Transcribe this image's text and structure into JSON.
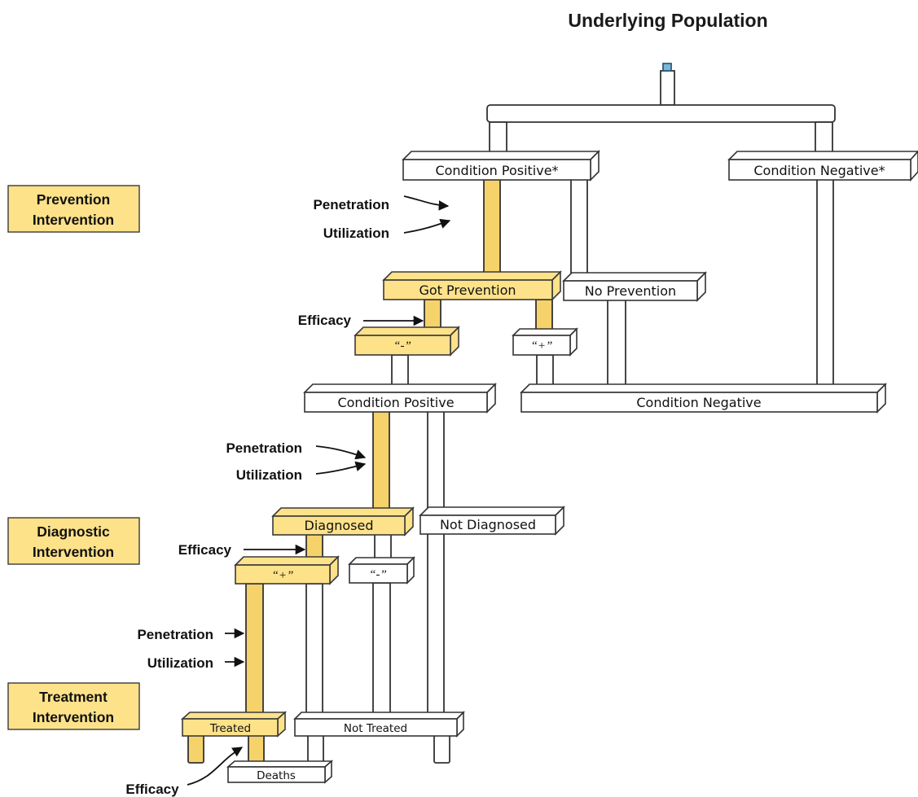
{
  "title": "Underlying Population",
  "stages": {
    "prevention": [
      "Prevention",
      "Intervention"
    ],
    "diagnostic": [
      "Diagnostic",
      "Intervention"
    ],
    "treatment": [
      "Treatment",
      "Intervention"
    ]
  },
  "annotations": {
    "penetration": "Penetration",
    "utilization": "Utilization",
    "efficacy": "Efficacy"
  },
  "nodes": {
    "condition_positive_star": "Condition Positive*",
    "condition_negative_star": "Condition Negative*",
    "got_prevention": "Got Prevention",
    "no_prevention": "No Prevention",
    "prevention_negative": "“-”",
    "prevention_positive": "“+”",
    "condition_positive": "Condition Positive",
    "condition_negative": "Condition Negative",
    "diagnosed": "Diagnosed",
    "not_diagnosed": "Not Diagnosed",
    "diagnostic_positive": "“+”",
    "diagnostic_negative": "“-”",
    "treated": "Treated",
    "not_treated": "Not Treated",
    "deaths": "Deaths"
  },
  "colors": {
    "highlight_fill": "#fde28a",
    "highlight_stroke": "#3a3a3a",
    "plain_fill": "#ffffff",
    "stroke": "#333333",
    "pipe_yellow": "#f6d36a"
  }
}
